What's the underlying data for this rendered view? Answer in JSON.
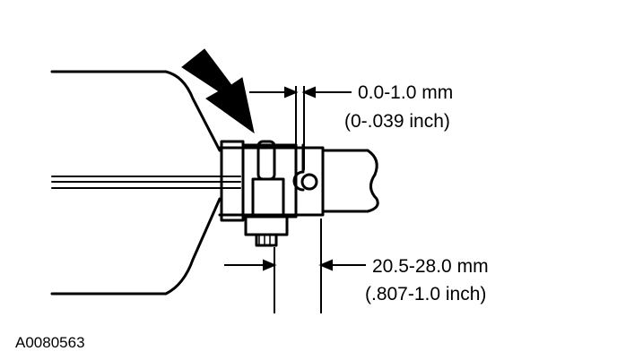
{
  "colors": {
    "ink": "#000000",
    "background": "#ffffff"
  },
  "annotations": {
    "gap": {
      "metric": "0.0-1.0 mm",
      "imperial": "(0-.039 inch)"
    },
    "distance": {
      "metric": "20.5-28.0 mm",
      "imperial": "(.807-1.0 inch)"
    }
  },
  "figure_id": "A0080563"
}
